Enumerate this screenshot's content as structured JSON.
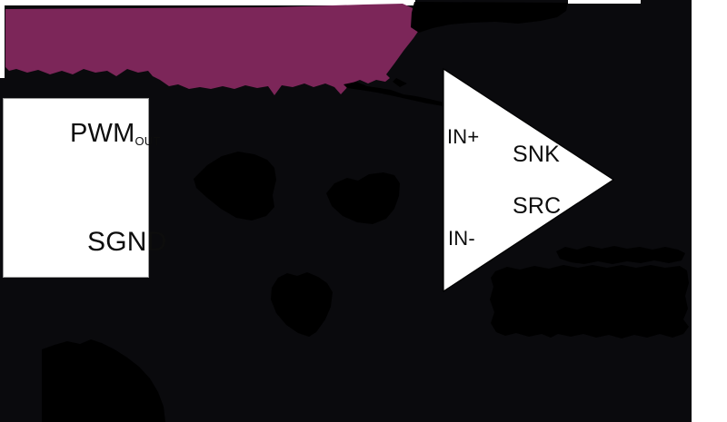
{
  "figure": {
    "description": "Simplified schematic figure: PWM source block driving a gate-driver triangle, with blurred purple title text and blurred black component and caption blobs",
    "pwm_box": {
      "pin_top": "PWM",
      "pin_top_sub": "OUT",
      "pin_bottom": "SGND"
    },
    "gate_driver": {
      "input_positive": "IN+",
      "input_negative": "IN-",
      "output_sink": "SNK",
      "output_source": "SRC"
    },
    "colors": {
      "background_panel": "#0A0A0D",
      "ink": "#000000",
      "title_purple": "#7C2659",
      "white": "#FFFFFF",
      "box_border": "#9B9B9B",
      "label_text": "#0D0D0D"
    }
  }
}
